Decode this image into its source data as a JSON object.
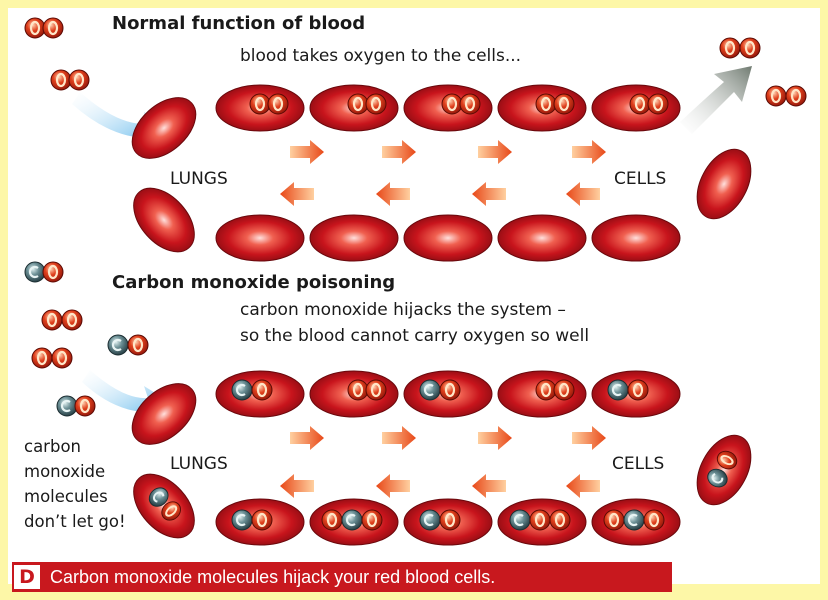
{
  "sections": {
    "normal": {
      "title": "Normal function of blood",
      "subtitle": "blood takes oxygen to the cells...",
      "left_label": "LUNGS",
      "right_label": "CELLS"
    },
    "co": {
      "title": "Carbon monoxide poisoning",
      "subtitle_line1": "carbon monoxide hijacks the system –",
      "subtitle_line2": "so the blood cannot carry oxygen so well",
      "left_label": "LUNGS",
      "right_label": "CELLS",
      "note_lines": [
        "carbon",
        "monoxide",
        "molecules",
        "don’t let go!"
      ]
    }
  },
  "caption": {
    "letter": "D",
    "text": "Carbon monoxide molecules hijack your red blood cells."
  },
  "colors": {
    "blood_cell": "#c0101a",
    "oxygen_atom": "#d8301c",
    "carbon_atom": "#4a6a72",
    "arrow_orange": "#e85020",
    "arrow_blue": "#5ab4e8",
    "caption_bg": "#c8181e",
    "border": "#fdf7a7"
  }
}
